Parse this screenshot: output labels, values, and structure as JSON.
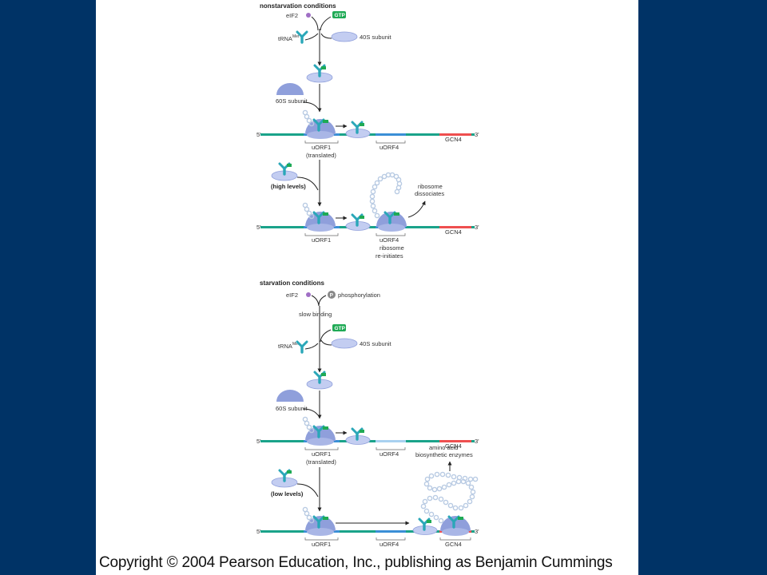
{
  "colors": {
    "background": "#003366",
    "mrna": "#1aa38a",
    "uorf": "#3b8fd6",
    "gcn4": "#ee4f4f",
    "gtp": "#1faa55",
    "ribosome": "#8f9fdb",
    "ribosome_light": "#c3cdf1",
    "trna": "#2aa7b8",
    "aa_chain": "#b9cbe3",
    "eif2": "#a06fc5"
  },
  "top": {
    "heading": "nonstarvation conditions",
    "eif2": "eIF2",
    "gtp": "GTP",
    "trna": "tRNA",
    "trna_sup": "Met",
    "subunit40": "40S subunit",
    "subunit60": "60S subunit",
    "five": "5'",
    "three": "3'",
    "uorf1": "uORF1",
    "translated": "(translated)",
    "uorf4": "uORF4",
    "gcn4": "GCN4",
    "high_levels": "(high levels)",
    "ribosome_dissociates_1": "ribosome",
    "ribosome_dissociates_2": "dissociates",
    "uorf1_b": "uORF1",
    "uorf4_b": "uORF4",
    "reinit_1": "ribosome",
    "reinit_2": "re-initiates",
    "gcn4_b": "GCN4"
  },
  "bottom": {
    "heading": "starvation conditions",
    "eif2": "eIF2",
    "p": "P",
    "phosphorylation": "phosphorylation",
    "slow_binding": "slow binding",
    "gtp": "GTP",
    "trna": "tRNA",
    "trna_sup": "Met",
    "subunit40": "40S subunit",
    "subunit60": "60S subunit",
    "five": "5'",
    "three": "3'",
    "uorf1": "uORF1",
    "translated": "(translated)",
    "uorf4": "uORF4",
    "gcn4": "GCN4",
    "low_levels": "(low levels)",
    "enzymes_1": "amino acid",
    "enzymes_2": "biosynthetic enzymes",
    "uorf1_b": "uORF1",
    "uorf4_b": "uORF4",
    "gcn4_b": "GCN4"
  },
  "footer": {
    "copyright": "Copyright © 2004 Pearson Education, Inc., publishing as Benjamin Cummings"
  }
}
